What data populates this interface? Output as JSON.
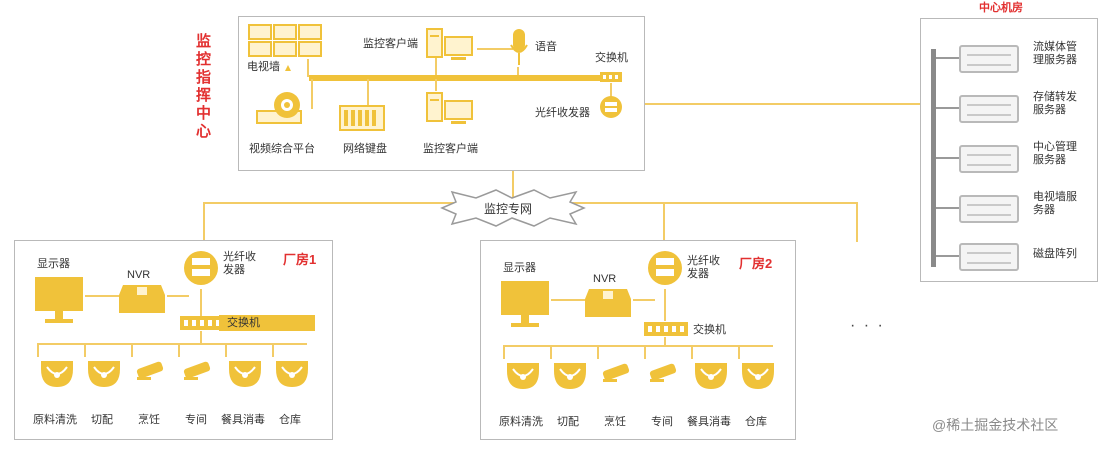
{
  "command_center": {
    "title_chars": [
      "监",
      "控",
      "指",
      "挥",
      "中",
      "心"
    ],
    "labels": {
      "video_wall": "电视墙",
      "client_top": "监控客户端",
      "voice": "语音",
      "switch": "交换机",
      "fiber": "光纤收发器",
      "platform": "视频综合平台",
      "keyboard": "网络键盘",
      "client_bottom": "监控客户端"
    }
  },
  "network": {
    "label": "监控专网"
  },
  "datacenter": {
    "title": "中心机房",
    "servers": [
      "流媒体管理服务器",
      "存储转发服务器",
      "中心管理服务器",
      "电视墙服务器",
      "磁盘阵列"
    ]
  },
  "sites": [
    {
      "title": "厂房1",
      "display": "显示器",
      "nvr": "NVR",
      "fiber": "光纤收发器",
      "switch": "交换机",
      "cameras": [
        "原料清洗",
        "切配",
        "烹饪",
        "专间",
        "餐具消毒",
        "仓库"
      ]
    },
    {
      "title": "厂房2",
      "display": "显示器",
      "nvr": "NVR",
      "fiber": "光纤收发器",
      "switch": "交换机",
      "cameras": [
        "原料清洗",
        "切配",
        "烹饪",
        "专间",
        "餐具消毒",
        "仓库"
      ]
    }
  ],
  "ellipsis": "· · ·",
  "watermark": "@稀土掘金技术社区",
  "colors": {
    "accent": "#f0c23a",
    "line": "#f3cc66",
    "title_red": "#e23030"
  }
}
